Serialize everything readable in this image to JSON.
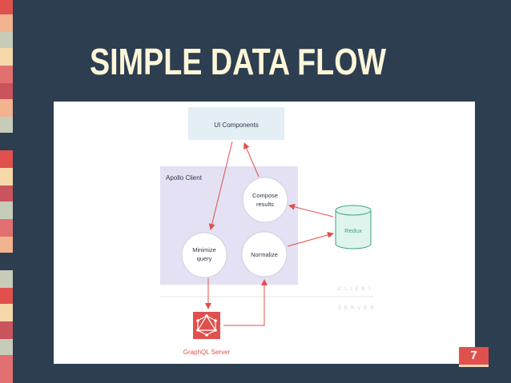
{
  "slide": {
    "title": "SIMPLE DATA FLOW",
    "page_number": "7",
    "accent_color": "#e0504d",
    "background_color": "#2c3e50",
    "title_color": "#fdf6d8"
  },
  "diagram": {
    "ui_components": "UI Components",
    "apollo_client": "Apollo Client",
    "compose_line1": "Compose",
    "compose_line2": "results",
    "minimize_line1": "Minimize",
    "minimize_line2": "query",
    "normalize": "Normalize",
    "redux": "Redux",
    "client_label": "CLIENT",
    "server_label": "SERVER",
    "graphql_server": "GraphQL Server",
    "graphql_icon": "graphql-logo-icon",
    "arrow_color": "#e0504d",
    "ui_box_color": "#e3eff4",
    "apollo_box_color": "#e3e1f3",
    "redux_color": "#e0f4ee",
    "redux_stroke": "#3aa57a"
  }
}
